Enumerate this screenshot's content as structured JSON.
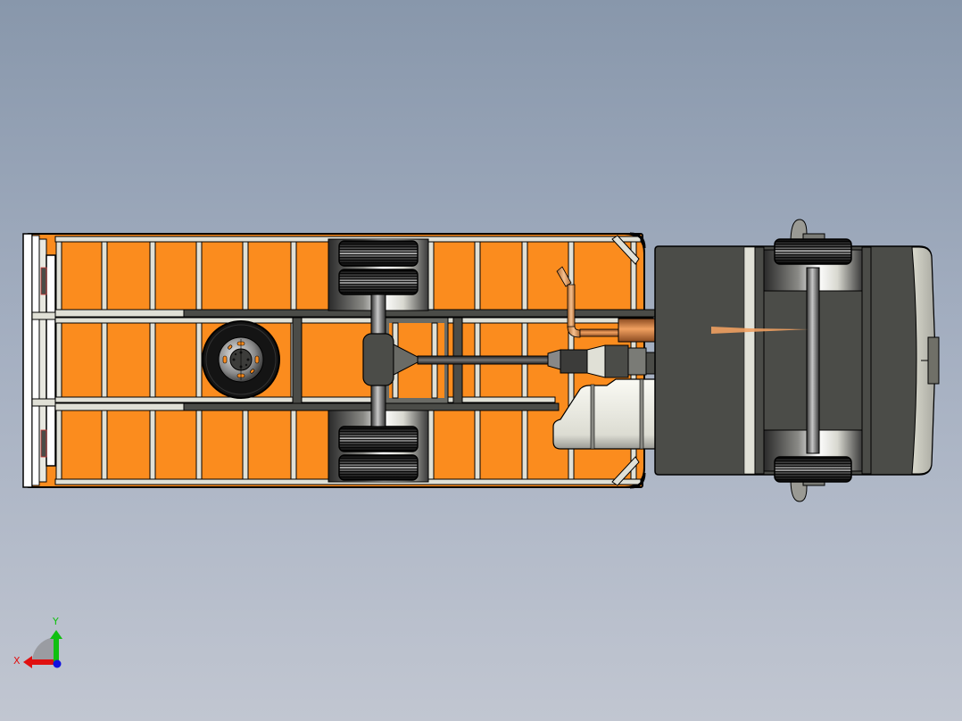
{
  "viewport": {
    "view": "bottom view",
    "model": "truck chassis",
    "background_top": "#8897ab",
    "background_bottom": "#c1c6d1"
  },
  "colors": {
    "cargo_floor": "#fb8c1e",
    "frame_light": "#e0e0d6",
    "frame_dark": "#4b4c48",
    "cab": "#4b4c48",
    "tire": "#141414",
    "exhaust": "#d47a3c",
    "tank": "#e2e2da",
    "axis_x": "#e01010",
    "axis_y": "#10c010",
    "axis_z": "#1010e0"
  },
  "triad": {
    "x_label": "X",
    "y_label": "Y"
  }
}
